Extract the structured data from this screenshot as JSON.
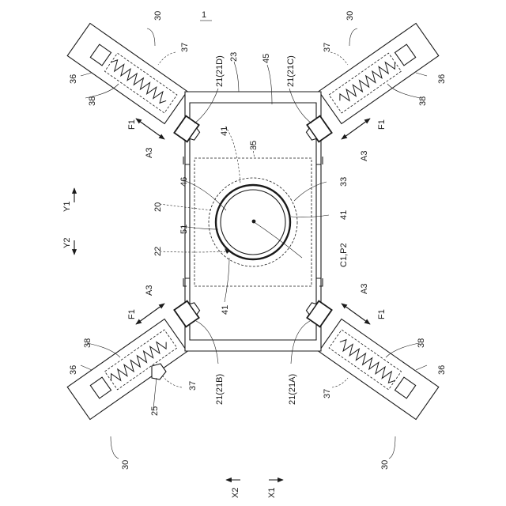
{
  "figure": {
    "ref_device": "1",
    "labels": {
      "l20": "20",
      "l22": "22",
      "l23": "23",
      "l25": "25",
      "l30": "30",
      "l33": "33",
      "l35": "35",
      "l36": "36",
      "l37": "37",
      "l38": "38",
      "l41": "41",
      "l45": "45",
      "l46": "46",
      "l51": "51",
      "c1p2": "C1,P2",
      "r21a": "21(21A)",
      "r21b": "21(21B)",
      "r21c": "21(21C)",
      "r21d": "21(21D)",
      "f1": "F1",
      "a3": "A3"
    },
    "axes": {
      "y1": "Y1",
      "y2": "Y2",
      "x1": "X1",
      "x2": "X2"
    }
  }
}
